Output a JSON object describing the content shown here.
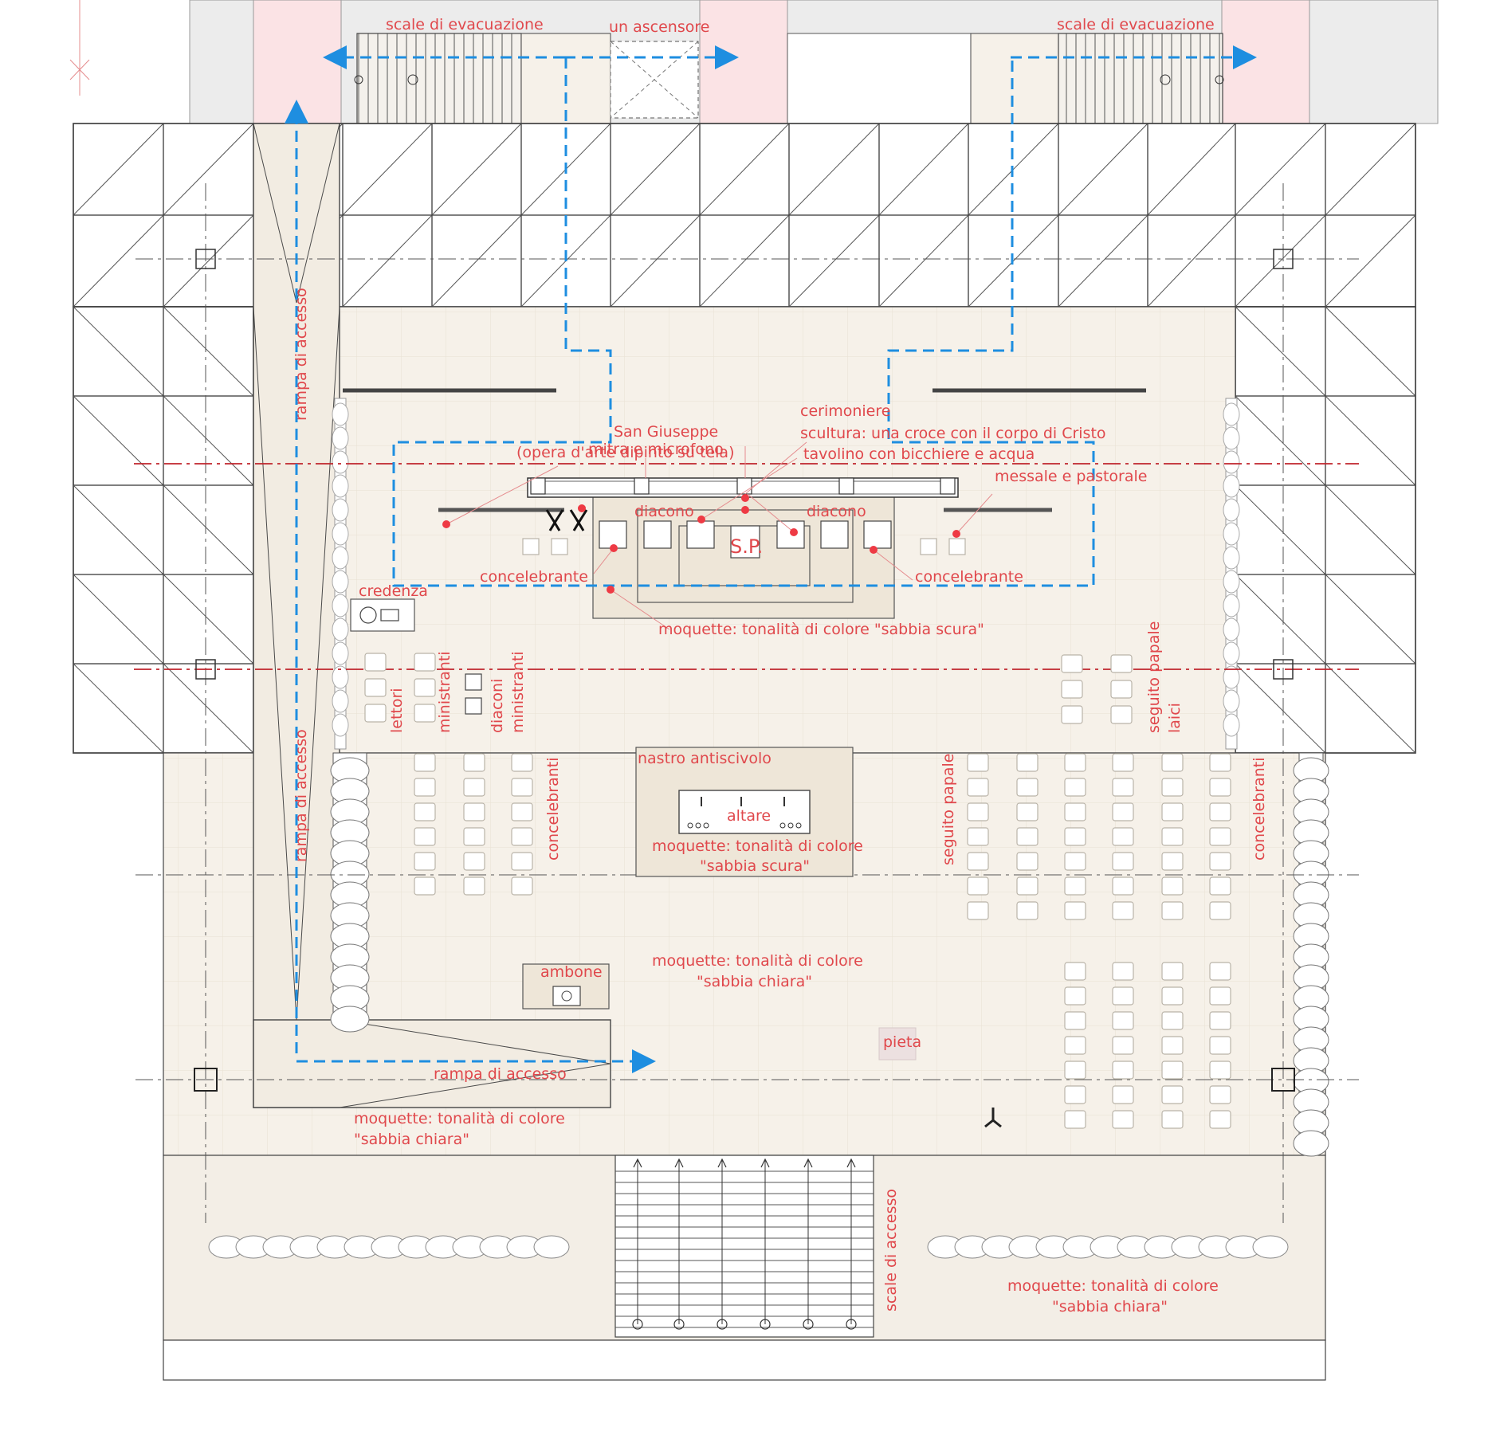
{
  "colors": {
    "floor_light": "#f6f1e9",
    "floor_dark": "#efe8dc",
    "evacuation_zone": "#fbe3e5",
    "route_blue": "#1e8ee0",
    "label_red": "#e0484c",
    "axis_red": "#c0242c"
  },
  "labels": {
    "evac_stairs_left": "scale di evacuazione",
    "elevator": "un ascensore",
    "evac_stairs_right": "scale di evacuazione",
    "ramp_upper": "rampa di accesso",
    "ramp_lower": "rampa di accesso",
    "ramp_bottom": "rampa di accesso",
    "san_giuseppe": "San Giuseppe",
    "mitra_microfono": "mitra e microfono",
    "opera_arte": "(opera d'arte dipinto su tela)",
    "cerimoniere": "cerimoniere",
    "scultura": "scultura: una croce con il corpo di Cristo",
    "tavolino": "tavolino con bicchiere e acqua",
    "messale": "messale e pastorale",
    "diacono_left": "diacono",
    "diacono_right": "diacono",
    "sp": "S.P.",
    "concelebrante_left": "concelebrante",
    "concelebrante_right": "concelebrante",
    "credenza": "credenza",
    "moquette_scura_1": "moquette: tonalità di colore \"sabbia scura\"",
    "lettori": "lettori",
    "ministranti_1": "ministranti",
    "diaconi": "diaconi",
    "ministranti_2": "ministranti",
    "seguito_papale_laici_1": "seguito papale",
    "seguito_papale_laici_2": "laici",
    "nastro": "nastro antiscivolo",
    "altare": "altare",
    "moquette_scura_2a": "moquette: tonalità di colore",
    "moquette_scura_2b": "\"sabbia scura\"",
    "concelebranti_left": "concelebranti",
    "seguito_papale": "seguito papale",
    "concelebranti_right": "concelebranti",
    "moquette_chiara_1a": "moquette: tonalità di colore",
    "moquette_chiara_1b": "\"sabbia chiara\"",
    "ambone": "ambone",
    "pieta": "pieta",
    "moquette_chiara_2a": "moquette: tonalità di colore",
    "moquette_chiara_2b": "\"sabbia chiara\"",
    "scale_accesso": "scale di accesso",
    "moquette_chiara_3a": "moquette: tonalità di colore",
    "moquette_chiara_3b": "\"sabbia chiara\""
  }
}
